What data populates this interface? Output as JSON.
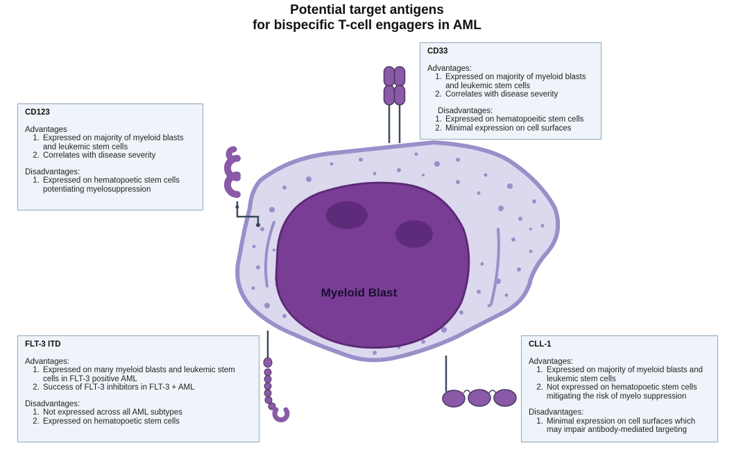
{
  "title": {
    "line1": "Potential target antigens",
    "line2": "for bispecific T-cell engagers in AML"
  },
  "cell_label": "Myeloid Blast",
  "colors": {
    "cytoplasm": "#dcd8ee",
    "membrane": "#9a8fc8",
    "nucleus": "#7a3d96",
    "nucleolus": "#5e2b7a",
    "receptor": "#8a5aa8",
    "box_fill": "#eef4f9",
    "box_border": "#8ea6ba"
  },
  "boxes": {
    "cd123": {
      "title": "CD123",
      "adv_label": "Advantages",
      "advantages": [
        "Expressed on majority of myeloid blasts and leukemic stem cells",
        "Correlates with disease severity"
      ],
      "dis_label": "Disadvantages:",
      "disadvantages": [
        "Expressed on hematopoetic stem cells potentiating myelosuppression"
      ]
    },
    "cd33": {
      "title": "CD33",
      "adv_label": "Advantages:",
      "advantages": [
        "Expressed on majority of myeloid blasts and leukemic stem cells",
        "Correlates with disease severity"
      ],
      "dis_label": "Disadvantages:",
      "disadvantages": [
        "Expressed on hematopoeitic stem cells",
        "Minimal expression on cell surfaces"
      ]
    },
    "flt3": {
      "title": "FLT-3 ITD",
      "adv_label": "Advantages:",
      "advantages": [
        "Expressed on many myeloid blasts and leukemic stem cells in FLT-3 positive AML",
        "Success of FLT-3 inhibitors in FLT-3 + AML"
      ],
      "dis_label": "Disadvantages:",
      "disadvantages": [
        "Not expressed across all AML subtypes",
        "Expressed on hematopoetic stem cells"
      ]
    },
    "cll1": {
      "title": "CLL-1",
      "adv_label": "Advantages:",
      "advantages": [
        "Expressed on majority of myeloid blasts and leukemic stem cells",
        "Not expressed on hematopoetic stem cells mitigating the risk of myelo suppression"
      ],
      "dis_label": "Disadvantages:",
      "disadvantages": [
        "Minimal expression on cell surfaces which may impair antibody-mediated targeting"
      ]
    }
  }
}
